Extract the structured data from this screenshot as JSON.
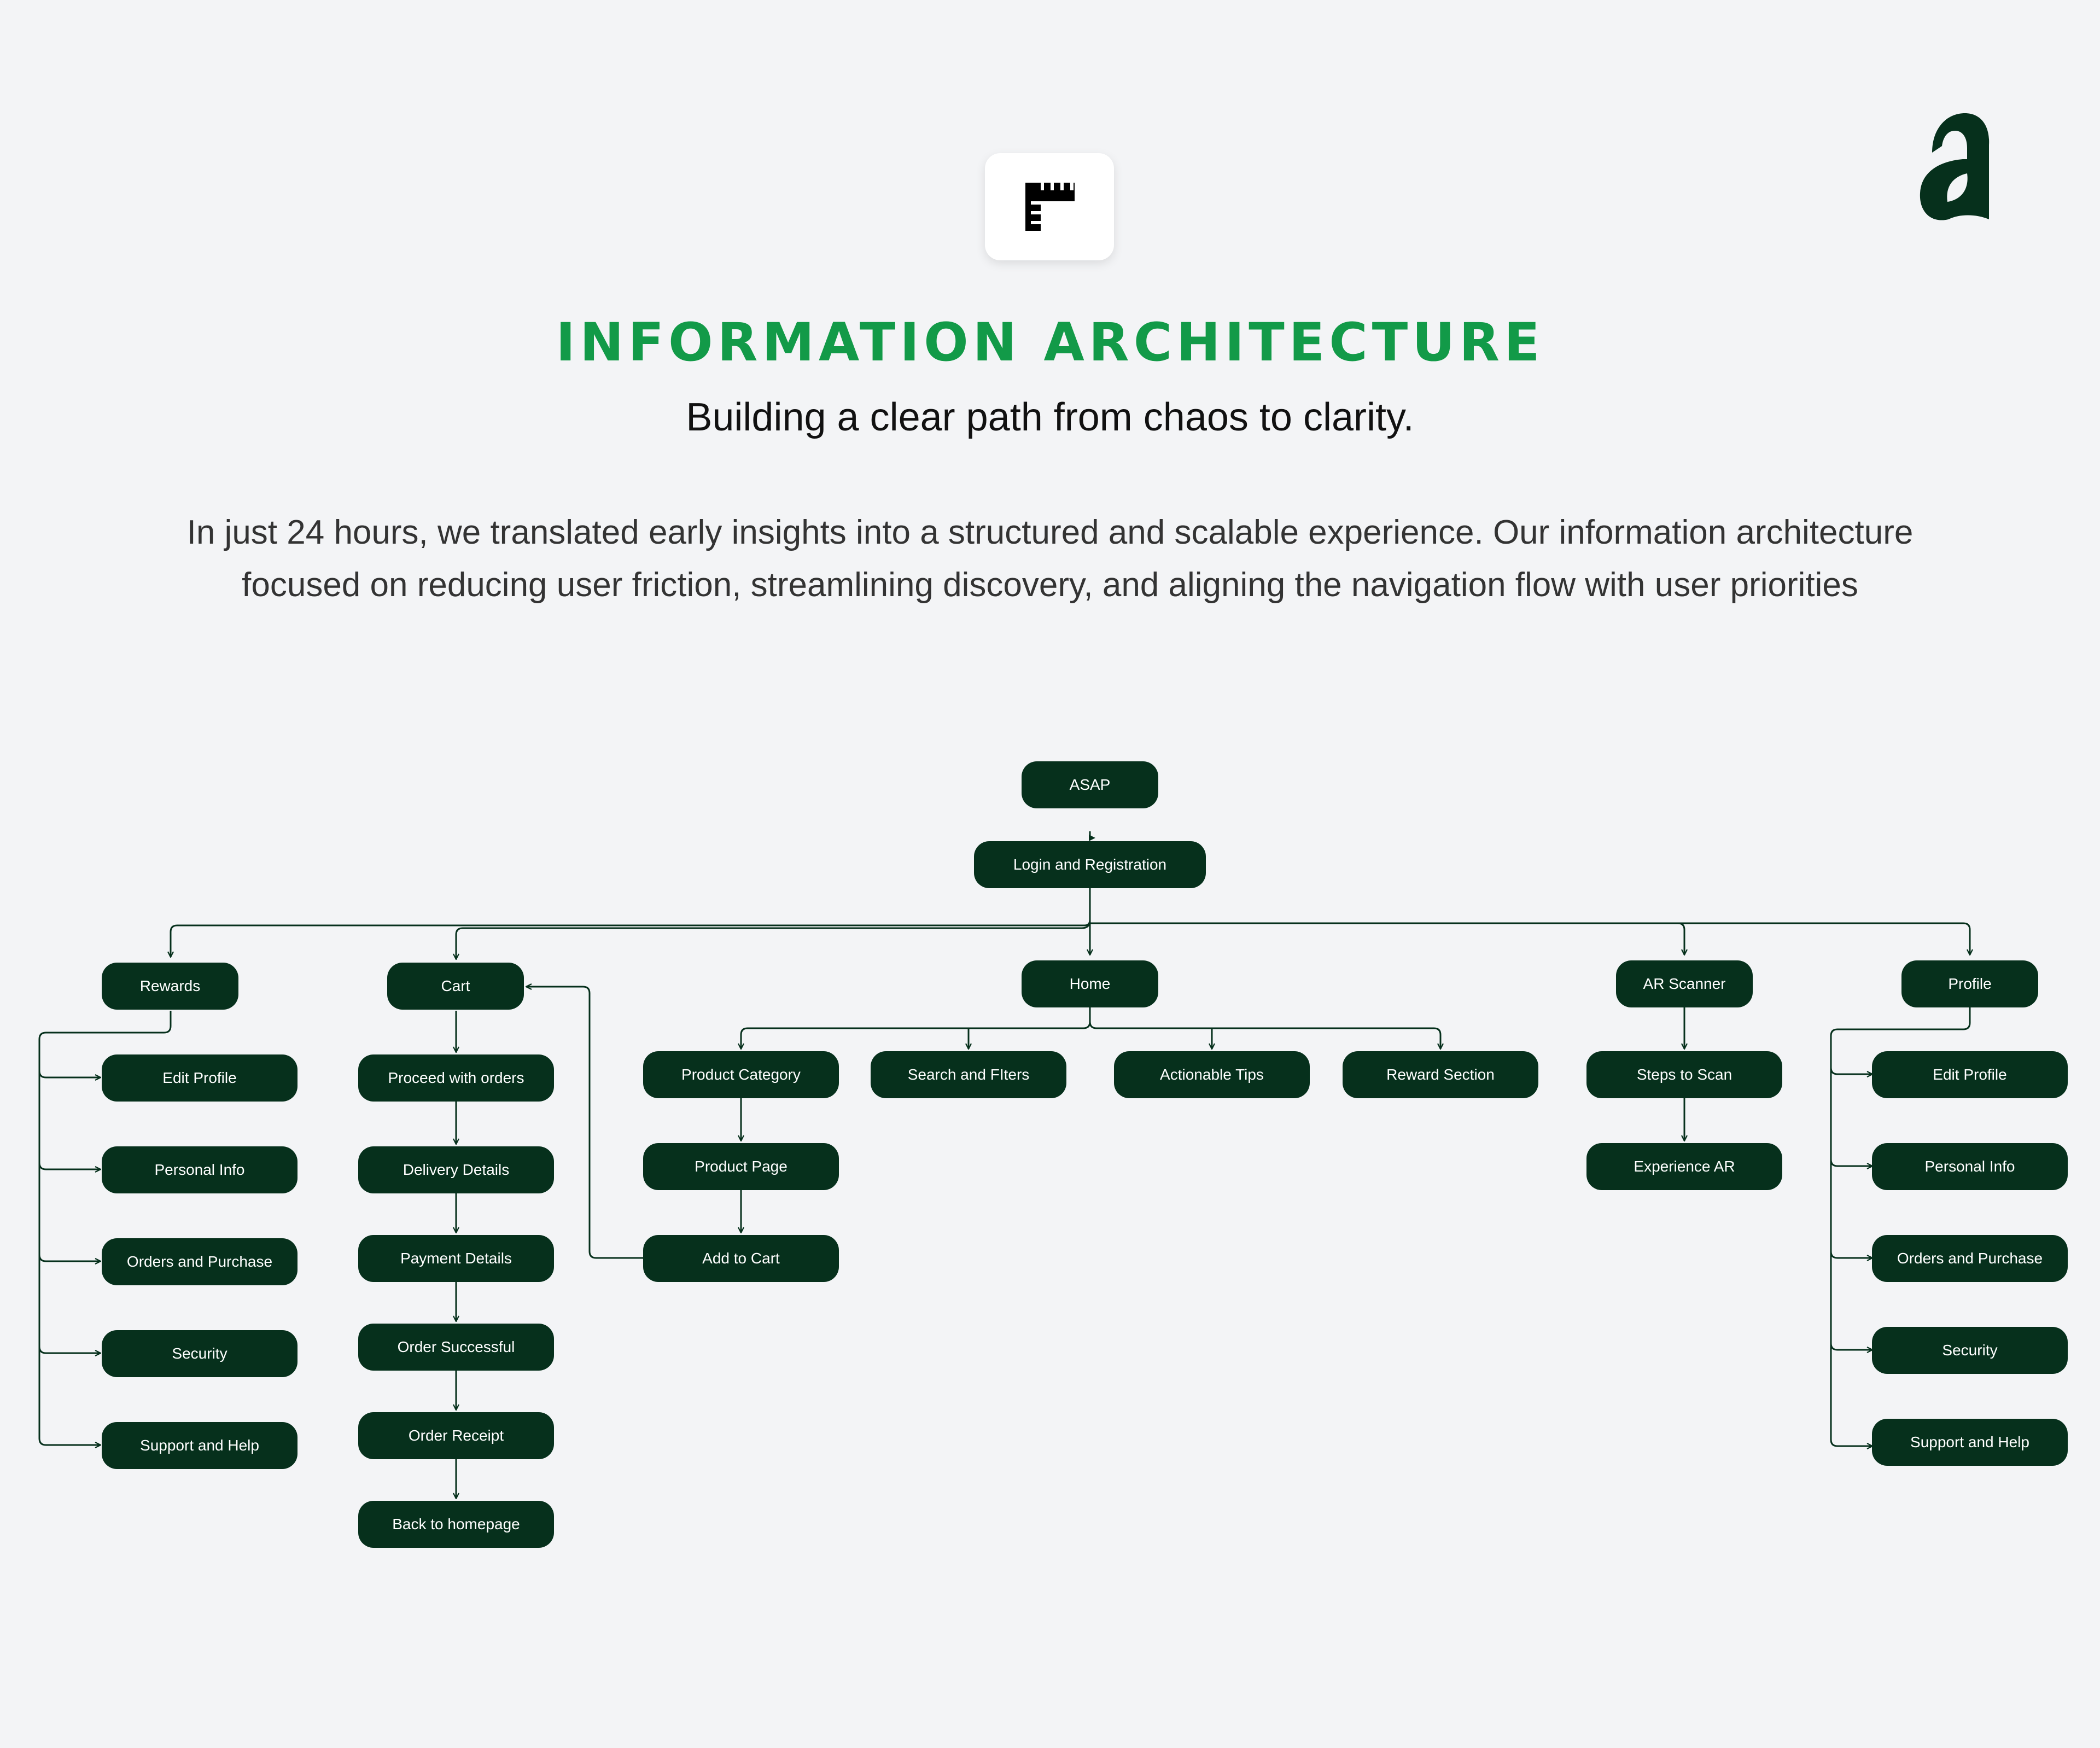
{
  "header": {
    "brand_icon": "leaf-a-logo-icon",
    "feature_icon": "ruler-icon",
    "title": "INFORMATION ARCHITECTURE",
    "subtitle": "Building a clear path from chaos to clarity.",
    "paragraph_line1": "In just 24 hours, we translated early insights into a structured and scalable experience. Our information architecture",
    "paragraph_line2": "focused on reducing user friction, streamlining discovery, and aligning the navigation flow with user priorities"
  },
  "colors": {
    "background": "#f3f4f6",
    "title_green": "#129a48",
    "node_fill": "#06301c",
    "node_text": "#ffffff",
    "connector": "#06301c"
  },
  "diagram": {
    "root": "ASAP",
    "login": "Login and Registration",
    "rewards": {
      "label": "Rewards",
      "children": [
        "Edit Profile",
        "Personal Info",
        "Orders and Purchase",
        "Security",
        "Support and Help"
      ]
    },
    "cart": {
      "label": "Cart",
      "children": [
        "Proceed with orders",
        "Delivery Details",
        "Payment Details",
        "Order Successful",
        "Order Receipt",
        "Back to homepage"
      ]
    },
    "home": {
      "label": "Home",
      "children": [
        "Product Category",
        "Search and FIters",
        "Actionable Tips",
        "Reward Section"
      ],
      "product_flow": [
        "Product Page",
        "Add to Cart"
      ]
    },
    "ar_scanner": {
      "label": "AR Scanner",
      "children": [
        "Steps to Scan",
        "Experience AR"
      ]
    },
    "profile": {
      "label": "Profile",
      "children": [
        "Edit Profile",
        "Personal Info",
        "Orders and Purchase",
        "Security",
        "Support and Help"
      ]
    }
  }
}
